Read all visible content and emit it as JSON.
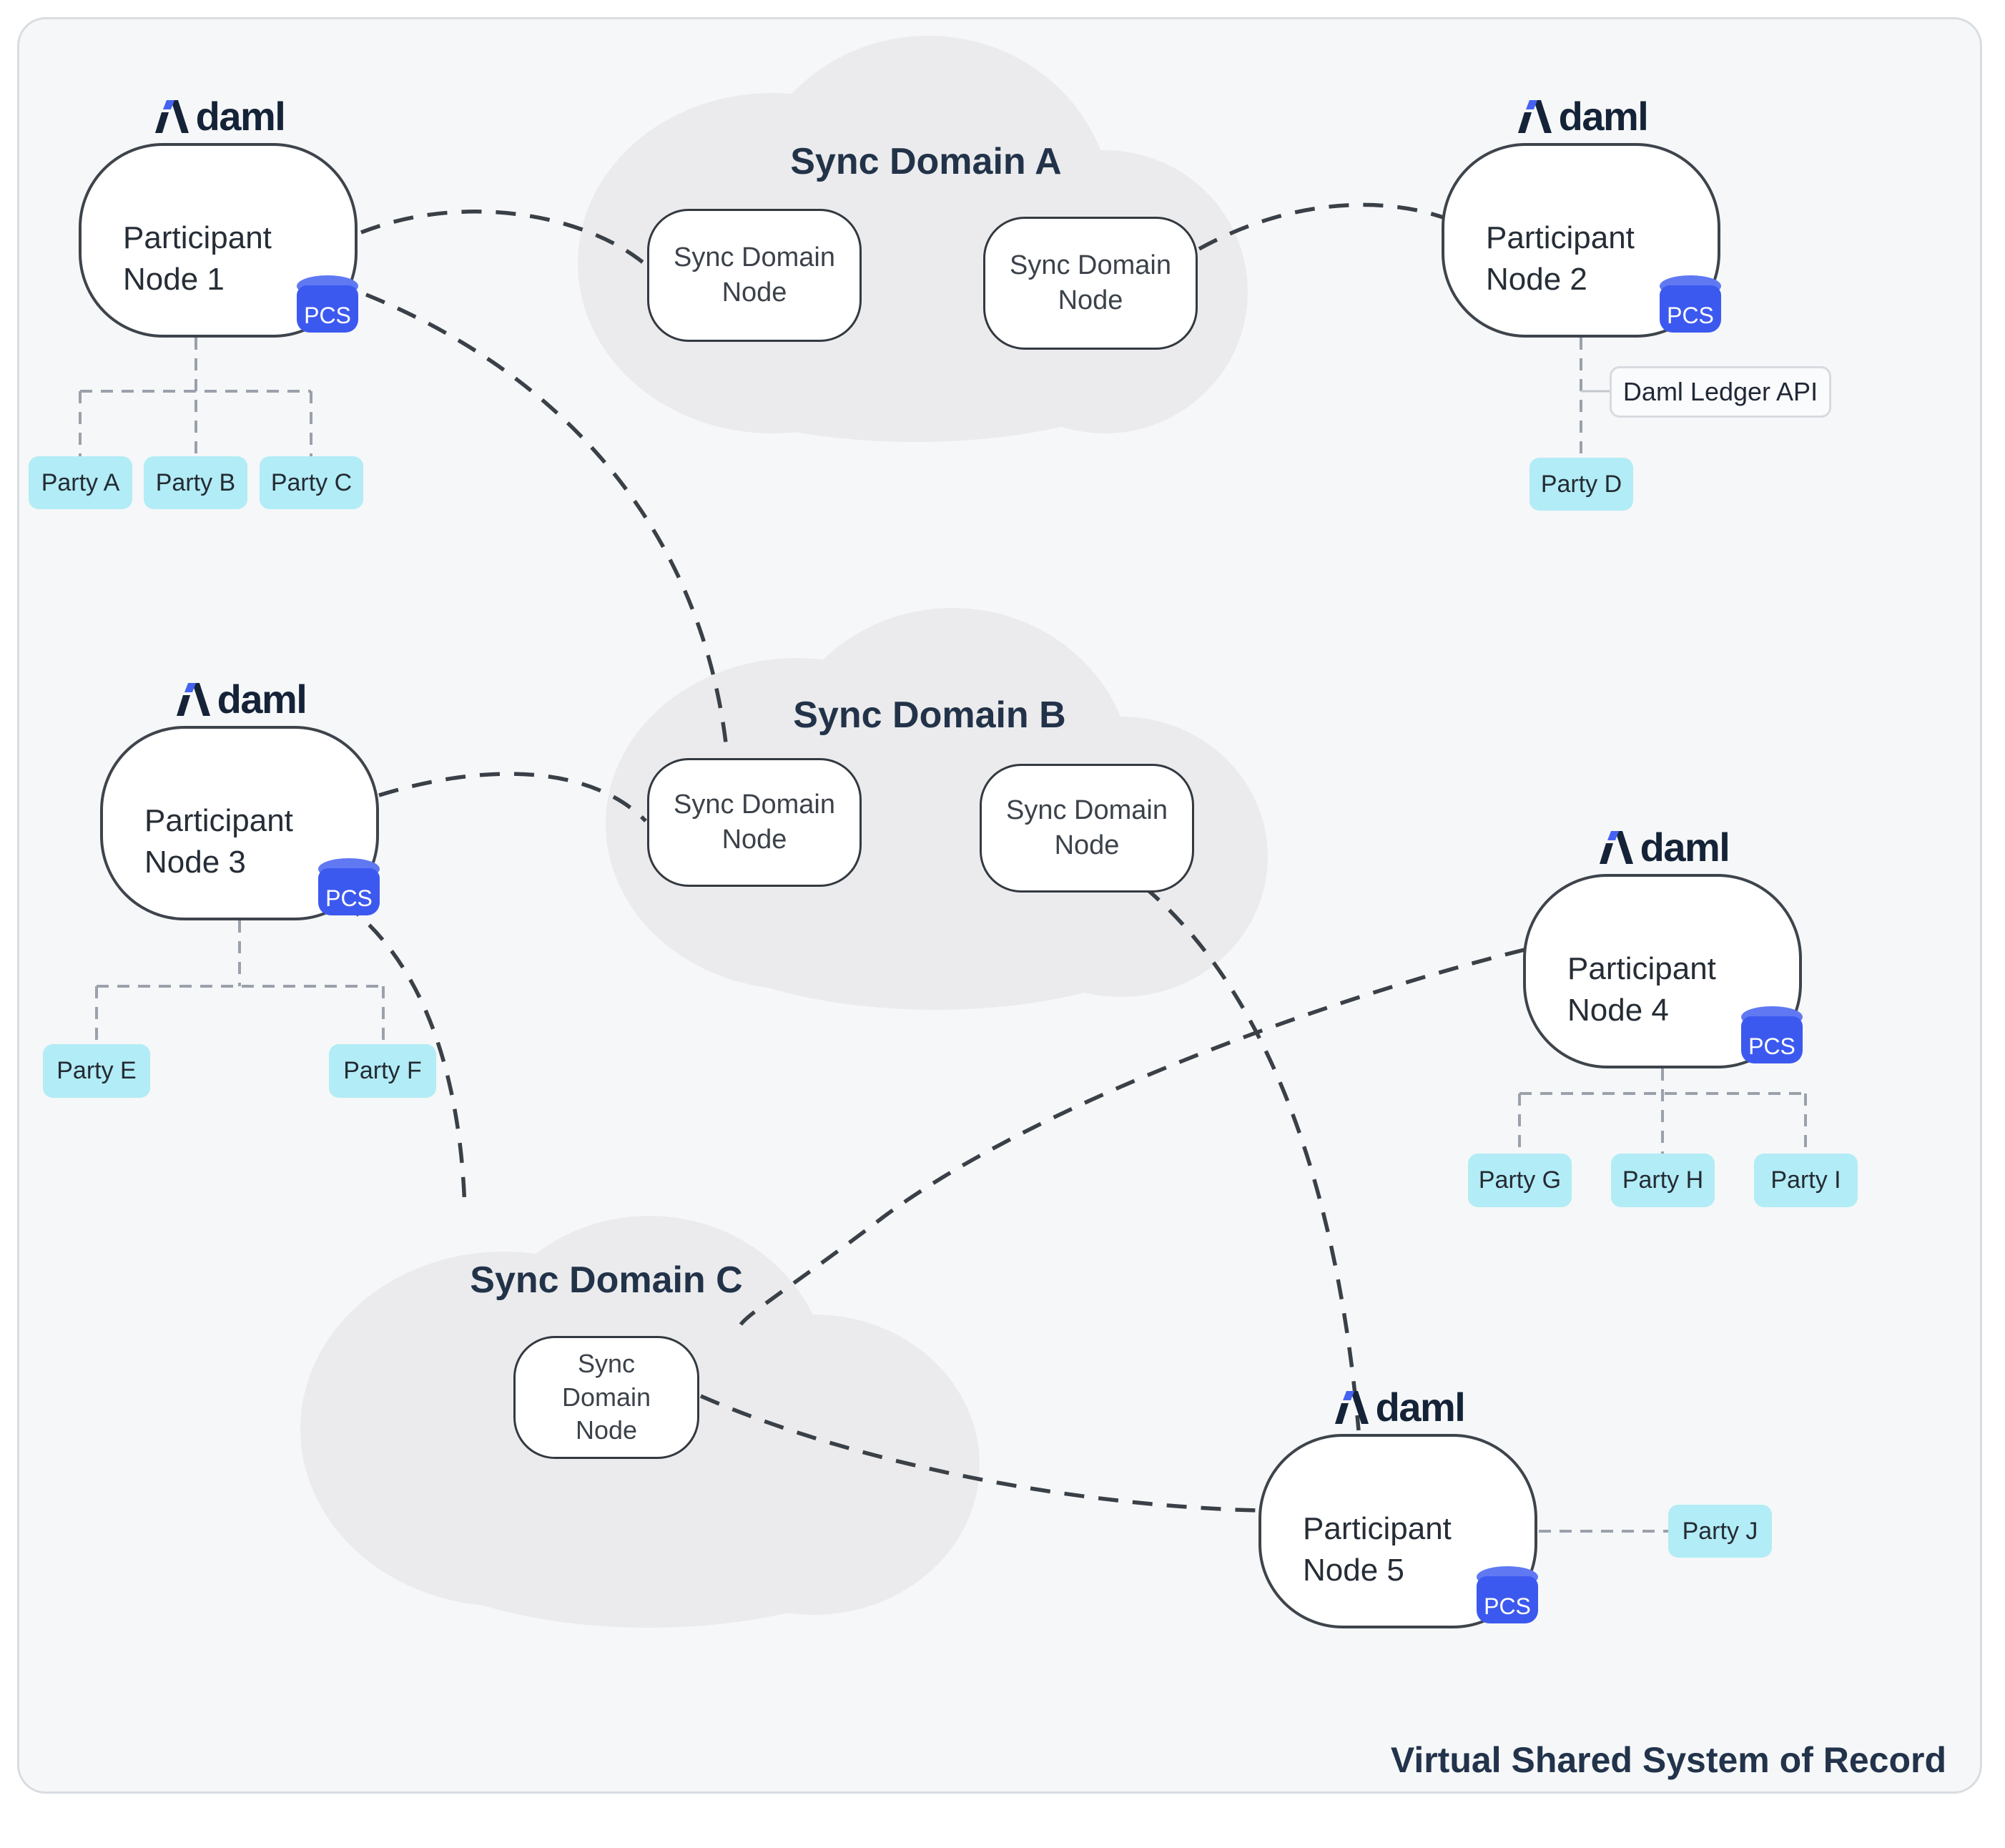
{
  "brand": {
    "logo_text": "daml"
  },
  "footer": "Virtual Shared System of Record",
  "participants": [
    {
      "name": "Participant Node 1",
      "badge": "PCS",
      "parties": [
        "Party A",
        "Party B",
        "Party C"
      ]
    },
    {
      "name": "Participant Node 2",
      "badge": "PCS",
      "api_label": "Daml Ledger API",
      "parties": [
        "Party D"
      ]
    },
    {
      "name": "Participant Node 3",
      "badge": "PCS",
      "parties": [
        "Party E",
        "Party F"
      ]
    },
    {
      "name": "Participant Node 4",
      "badge": "PCS",
      "parties": [
        "Party G",
        "Party H",
        "Party I"
      ]
    },
    {
      "name": "Participant Node 5",
      "badge": "PCS",
      "parties": [
        "Party J"
      ]
    }
  ],
  "sync_domains": [
    {
      "title": "Sync Domain A",
      "nodes": [
        "Sync Domain Node",
        "Sync Domain Node"
      ]
    },
    {
      "title": "Sync Domain B",
      "nodes": [
        "Sync Domain Node",
        "Sync Domain Node"
      ]
    },
    {
      "title": "Sync Domain C",
      "nodes": [
        "Sync Domain Node"
      ]
    }
  ],
  "colors": {
    "canvas_bg": "#f6f7f8",
    "cloud": "#ebebed",
    "party_chip": "#b2ecf6",
    "pcs_body": "#3c59ef",
    "pcs_top": "#6079f3",
    "brand_navy": "#152338",
    "brand_blue": "#4563f2",
    "title_navy": "#223349",
    "dark_dash": "#3a4047",
    "gray_dash": "#9aa1ac"
  }
}
